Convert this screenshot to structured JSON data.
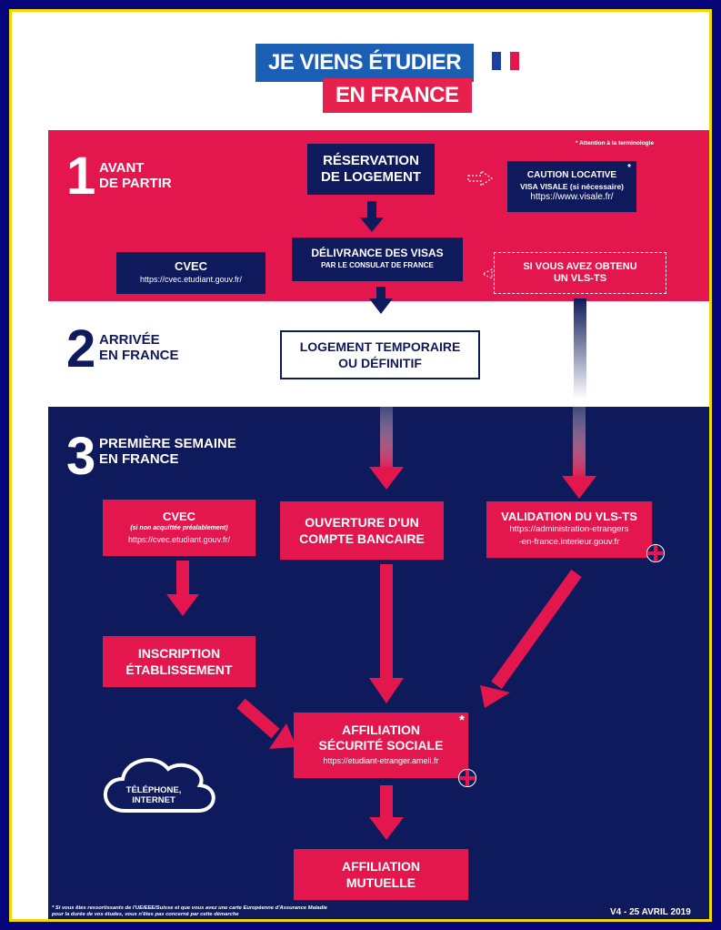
{
  "title": {
    "line1": "JE VIENS ÉTUDIER",
    "line2": "EN FRANCE"
  },
  "note_top": "* Attention à la terminologie",
  "step1": {
    "number": "1",
    "label_line1": "AVANT",
    "label_line2": "DE PARTIR"
  },
  "step2": {
    "number": "2",
    "label_line1": "ARRIVÉE",
    "label_line2": "EN FRANCE"
  },
  "step3": {
    "number": "3",
    "label_line1": "PREMIÈRE SEMAINE",
    "label_line2": "EN FRANCE"
  },
  "boxes": {
    "logement": {
      "line1": "RÉSERVATION",
      "line2": "DE LOGEMENT"
    },
    "caution": {
      "line1": "CAUTION LOCATIVE",
      "line2": "VISA VISALE (si nécessaire)",
      "line3": "https://www.visale.fr/",
      "star": "*"
    },
    "visas": {
      "line1": "DÉLIVRANCE DES VISAS",
      "line2": "PAR LE CONSULAT DE FRANCE"
    },
    "cvec1": {
      "line1": "CVEC",
      "line2": "https://cvec.etudiant.gouv.fr/"
    },
    "vls": {
      "line1": "SI VOUS AVEZ OBTENU",
      "line2": "UN VLS-TS"
    },
    "temporaire": {
      "line1": "LOGEMENT TEMPORAIRE",
      "line2": "OU DÉFINITIF"
    },
    "cvec2": {
      "line1": "CVEC",
      "line2": "(si non acquittée préalablement)",
      "line3": "https://cvec.etudiant.gouv.fr/"
    },
    "banque": {
      "line1": "OUVERTURE D'UN",
      "line2": "COMPTE BANCAIRE"
    },
    "validation": {
      "line1": "VALIDATION DU VLS-TS",
      "line2": "https://administration-etrangers",
      "line3": "-en-france.interieur.gouv.fr"
    },
    "inscription": {
      "line1": "INSCRIPTION",
      "line2": "ÉTABLISSEMENT"
    },
    "secu": {
      "line1": "AFFILIATION",
      "line2": "SÉCURITÉ SOCIALE",
      "line3": "https://etudiant-etranger.ameli.fr",
      "star": "*"
    },
    "mutuelle": {
      "line1": "AFFILIATION",
      "line2": "MUTUELLE"
    }
  },
  "cloud": {
    "line1": "TÉLÉPHONE,",
    "line2": "INTERNET"
  },
  "footnote": {
    "line1": "* Si vous êtes ressortissants de l'UE/EEE/Suisse et que vous avez une carte Européenne d'Assurance Maladie",
    "line2": "pour la durée de vos études, vous n'êtes pas concerné par cette démarche"
  },
  "version": "V4 - 25 AVRIL 2019",
  "colors": {
    "navy": "#0f1a5c",
    "red": "#e3174d",
    "blue": "#1a5fb4",
    "frame": "#06067a",
    "border": "#f2d900"
  }
}
